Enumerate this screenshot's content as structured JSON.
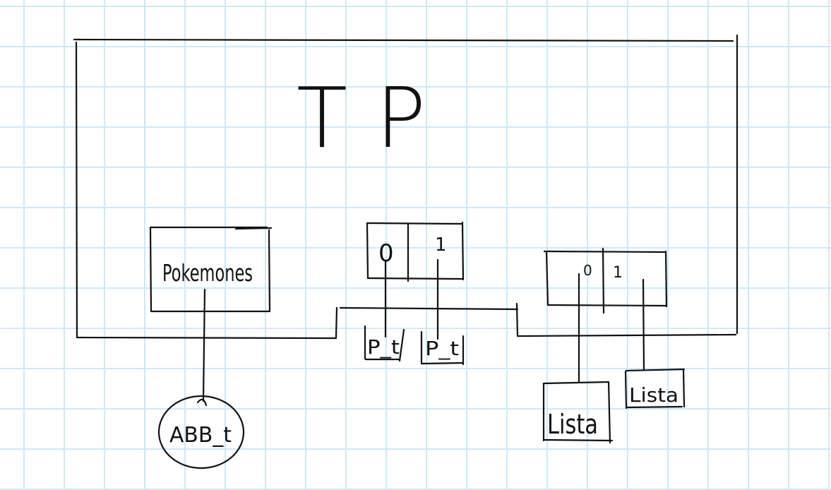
{
  "diagram": {
    "title": "TP",
    "pokemones": {
      "label": "Pokemones",
      "child": "ABB_t"
    },
    "array_p": {
      "cells": [
        "0",
        "1"
      ],
      "children": [
        "P_t",
        "P_t"
      ]
    },
    "array_listas": {
      "cells": [
        "0",
        "1"
      ],
      "children": [
        "Lista",
        "Lista"
      ]
    }
  }
}
